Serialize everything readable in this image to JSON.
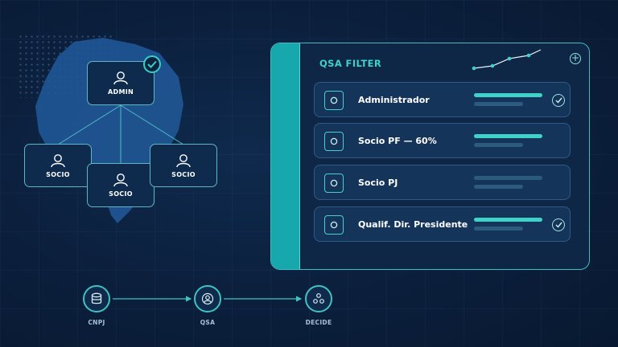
{
  "org_chart": {
    "top_label": "ADMIN",
    "children": [
      {
        "label": "SOCIO"
      },
      {
        "label": "SOCIO"
      },
      {
        "label": "SOCIO"
      }
    ]
  },
  "panel": {
    "title": "QSA FILTER",
    "rows": [
      {
        "label": "Administrador",
        "checked": true,
        "bars_active": true
      },
      {
        "label": "Socio PF — 60%",
        "checked": false,
        "bars_active": true
      },
      {
        "label": "Socio PJ",
        "checked": false,
        "bars_active": false
      },
      {
        "label": "Qualif. Dir. Presidente",
        "checked": true,
        "bars_active": true
      }
    ]
  },
  "flow": {
    "steps": [
      {
        "label": "CNPJ",
        "icon": "database-icon"
      },
      {
        "label": "QSA",
        "icon": "user-icon"
      },
      {
        "label": "DECIDE",
        "icon": "network-icon"
      }
    ]
  },
  "colors": {
    "background": "#0b1f3c",
    "accent_teal": "#37d0c4",
    "map_blue": "#1f5694",
    "bar_active": "#3fd2c8",
    "bar_inactive": "#2c5b80"
  }
}
